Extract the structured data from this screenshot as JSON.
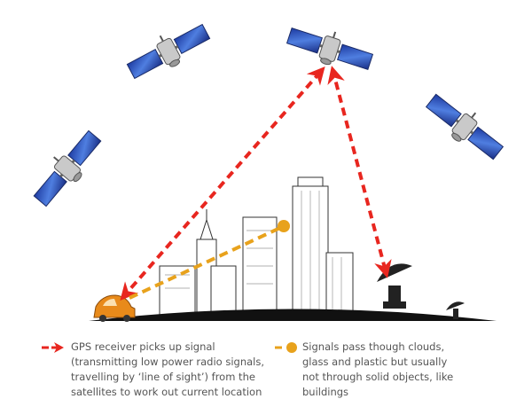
{
  "colors": {
    "signal_red": "#e8261f",
    "signal_orange": "#e8a21c",
    "ground": "#111111",
    "panel_blue": "#2c4fb5"
  },
  "legend": [
    {
      "icon": "red-dashed-arrow",
      "text": "GPS receiver picks up signal\n(transmitting low power radio signals,\ntravelling by ‘line of sight’) from the\nsatellites to work out current location"
    },
    {
      "icon": "orange-dashed-dot",
      "text": "Signals pass though clouds,\nglass and plastic but usually\nnot through solid objects, like\nbuildings"
    }
  ]
}
